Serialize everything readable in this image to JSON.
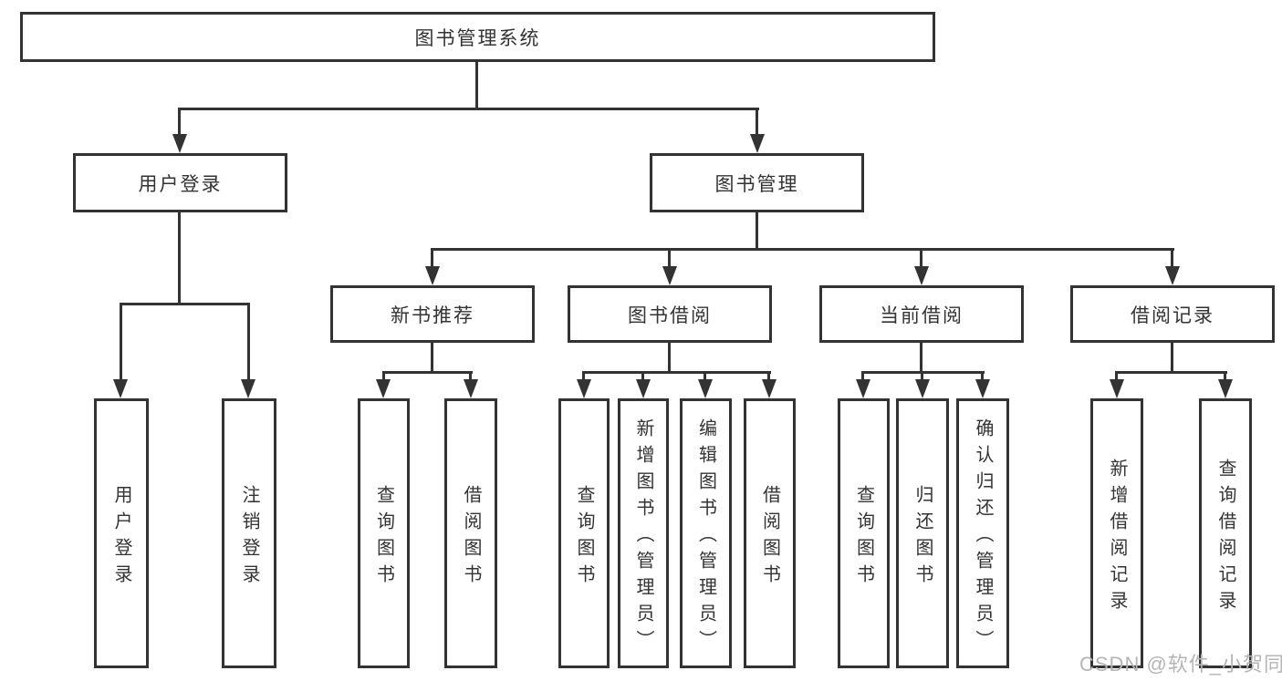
{
  "nodes": {
    "root": "图书管理系统",
    "l2": [
      "用户登录",
      "图书管理"
    ],
    "l3": [
      "新书推荐",
      "图书借阅",
      "当前借阅",
      "借阅记录"
    ],
    "l4": [
      [
        "用户登录",
        "注销登录"
      ],
      [
        "查询图书",
        "借阅图书"
      ],
      [
        "查询图书",
        "新增图书（管理员）",
        "编辑图书（管理员）",
        "借阅图书"
      ],
      [
        "查询图书",
        "归还图书",
        "确认归还（管理员）"
      ],
      [
        "新增借阅记录",
        "查询借阅记录"
      ]
    ]
  },
  "watermark": "CSDN @软件_小贺同学",
  "colors": {
    "line": "#333333",
    "text": "#333333",
    "watermark": "#b5b5b5",
    "background": "#ffffff"
  }
}
